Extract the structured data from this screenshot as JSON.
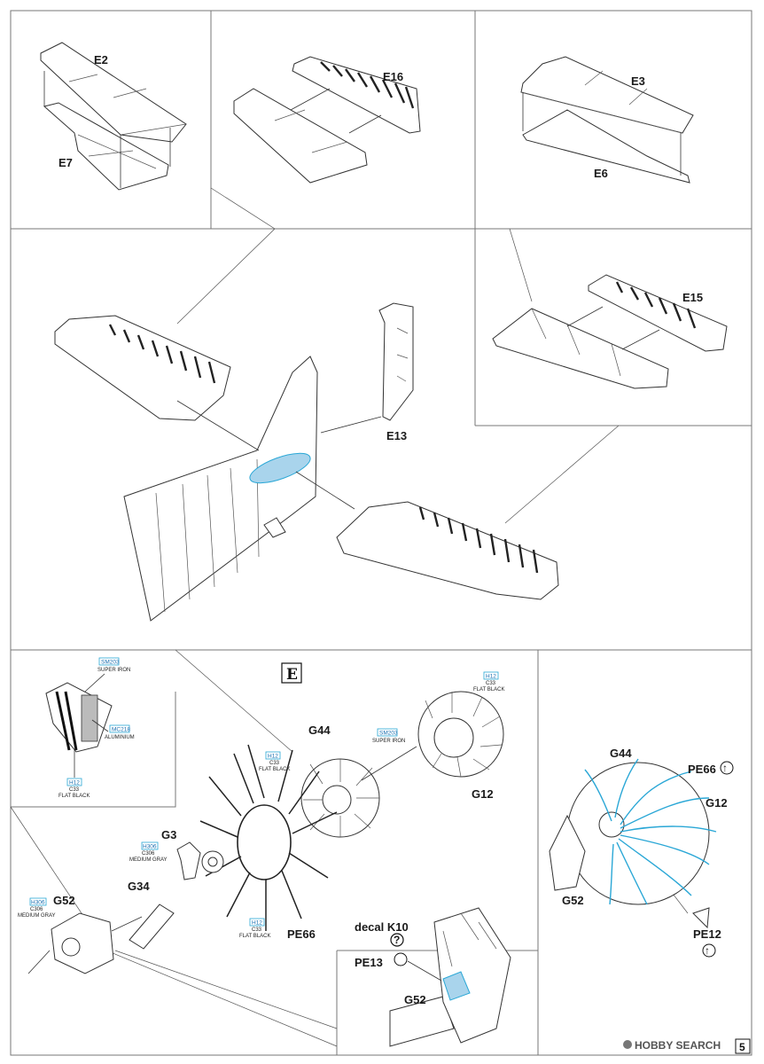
{
  "labels": {
    "e2": "E2",
    "e7": "E7",
    "e16": "E16",
    "e3": "E3",
    "e6": "E6",
    "e15": "E15",
    "e13": "E13",
    "section": "E",
    "g44": "G44",
    "g12": "G12",
    "g3": "G3",
    "g34": "G34",
    "g52": "G52",
    "pe66": "PE66",
    "decal_k10": "decal K10",
    "pe13": "PE13",
    "g44_r": "G44",
    "pe66_r": "PE66",
    "g12_r": "G12",
    "g52_r": "G52",
    "pe12_r": "PE12",
    "g52_d": "G52"
  },
  "paints": {
    "sm203_a": {
      "code": "SM203",
      "name": "SUPER IRON"
    },
    "mc218": {
      "code": "MC218",
      "name": "ALUMINIUM"
    },
    "h12_a": {
      "code": "H12",
      "sub": "C33",
      "name": "FLAT BLACK"
    },
    "h12_b": {
      "code": "H12",
      "sub": "C33",
      "name": "FLAT BLACK"
    },
    "sm203_b": {
      "code": "SM203",
      "name": "SUPER IRON"
    },
    "h12_c": {
      "code": "H12",
      "sub": "C33",
      "name": "FLAT BLACK"
    },
    "h306_a": {
      "code": "H306",
      "sub": "C306",
      "name": "MEDIUM GRAY"
    },
    "h306_b": {
      "code": "H306",
      "sub": "C306",
      "name": "MEDIUM GRAY"
    },
    "h12_d": {
      "code": "H12",
      "sub": "C33",
      "name": "FLAT BLACK"
    }
  },
  "symbols": {
    "question": "?",
    "up_arrow": "↑"
  },
  "footer": {
    "watermark": "HOBBY SEARCH",
    "page_number": "5"
  },
  "colors": {
    "highlight": "#a9d4ec",
    "paint_tag": "#2aa7d6",
    "line": "#333333"
  }
}
